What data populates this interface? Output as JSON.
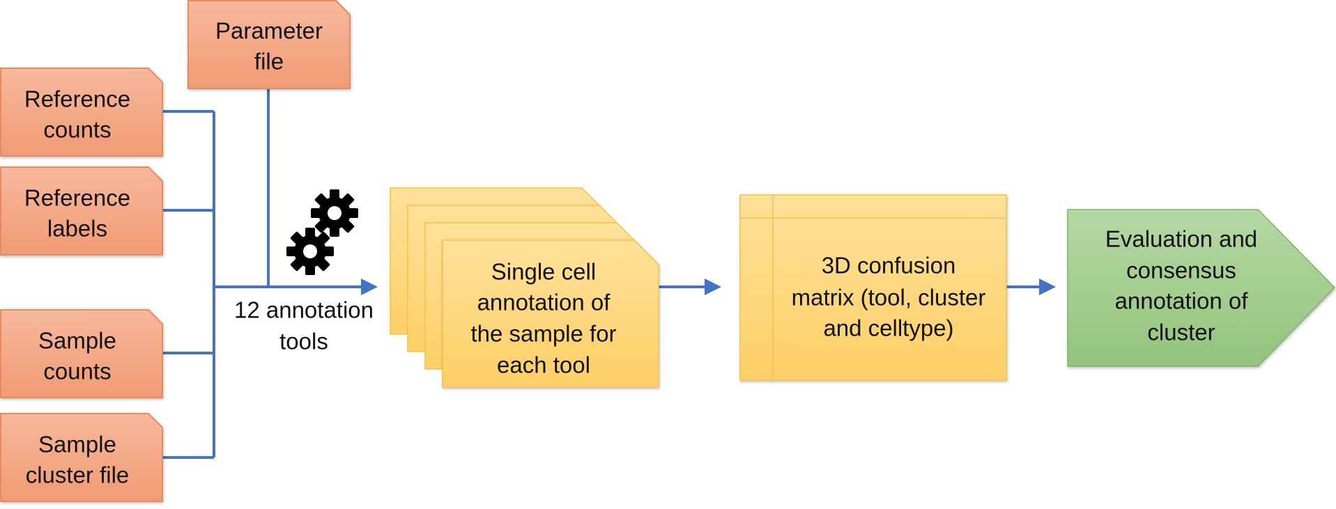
{
  "colors": {
    "input_fill_top": "#F7B89C",
    "input_fill_bottom": "#F19B74",
    "input_stroke": "#E98A5E",
    "output_fill_top": "#FFE19A",
    "output_fill_bottom": "#FDCF66",
    "output_stroke": "#F5C04A",
    "final_fill_top": "#B5D8A4",
    "final_fill_bottom": "#93C47D",
    "final_stroke": "#7EB36A",
    "connector": "#4472C4",
    "gear": "#000000"
  },
  "inputs": {
    "parameter_file": [
      "Parameter",
      "file"
    ],
    "reference_counts": [
      "Reference",
      "counts"
    ],
    "reference_labels": [
      "Reference",
      "labels"
    ],
    "sample_counts": [
      "Sample",
      "counts"
    ],
    "sample_cluster_file": [
      "Sample",
      "cluster file"
    ]
  },
  "tools_label": [
    "12 annotation",
    "tools"
  ],
  "process": {
    "annotation_stack": [
      "Single cell",
      "annotation of",
      "the sample for",
      "each tool"
    ],
    "confusion_matrix": [
      "3D confusion",
      "matrix (tool, cluster",
      "and celltype)"
    ],
    "evaluation": [
      "Evaluation and",
      "consensus",
      "annotation of",
      "cluster"
    ]
  },
  "icons": {
    "gear_top": "gear-icon",
    "gear_bottom": "gear-icon"
  }
}
